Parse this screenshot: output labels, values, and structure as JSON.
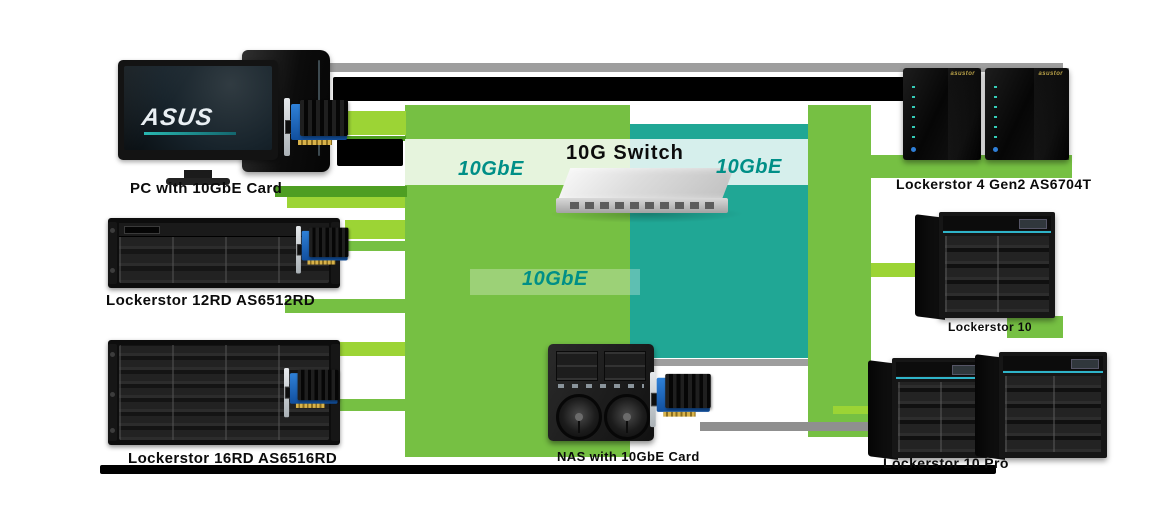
{
  "colors": {
    "green": "#76C043",
    "lime": "#9CD435",
    "green_dark": "#4E9E22",
    "teal": "#20A795",
    "teal_text": "#008F87",
    "gray_band": "#9E9E9E"
  },
  "center": {
    "switch_label": "10G Switch",
    "link_left": "10GbE",
    "link_right": "10GbE",
    "link_lower": "10GbE"
  },
  "devices": {
    "pc": {
      "label": "PC with 10GbE Card",
      "brand": "ASUS"
    },
    "rack_12bay": {
      "label": "Lockerstor 12RD AS6512RD"
    },
    "rack_16bay": {
      "label": "Lockerstor 16RD AS6516RD"
    },
    "nas_center": {
      "label": "NAS with 10GbE Card"
    },
    "nas_4bay_pair": {
      "label": "Lockerstor 4 Gen2 AS6704T",
      "brand": "asustor"
    },
    "nas_10bay": {
      "label": "Lockerstor 10"
    },
    "nas_10bay_pair": {
      "label": "Lockerstor 10 Pro"
    }
  }
}
